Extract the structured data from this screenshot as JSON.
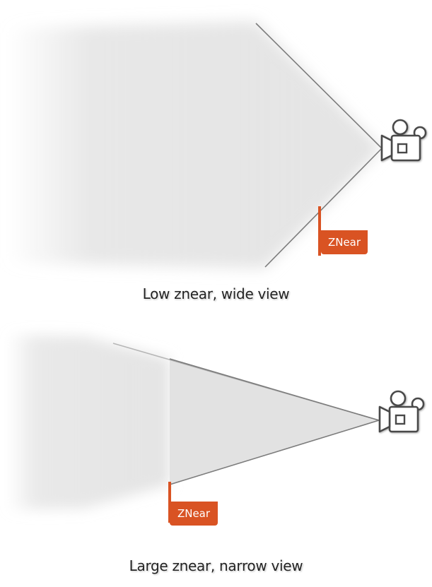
{
  "colors": {
    "accent": "#d95323",
    "frustum_fill": "#e4e4e4",
    "frustum_edge": "#8a8a8a",
    "near_plane": "#6e6e6e",
    "camera_icon": "#ffffff",
    "camera_outline": "#4a4a4a"
  },
  "diagrams": [
    {
      "caption": "Low znear, wide view",
      "near_label": "ZNear",
      "camera_icon": "video-camera-icon"
    },
    {
      "caption": "Large znear, narrow view",
      "near_label": "ZNear",
      "camera_icon": "video-camera-icon"
    }
  ]
}
